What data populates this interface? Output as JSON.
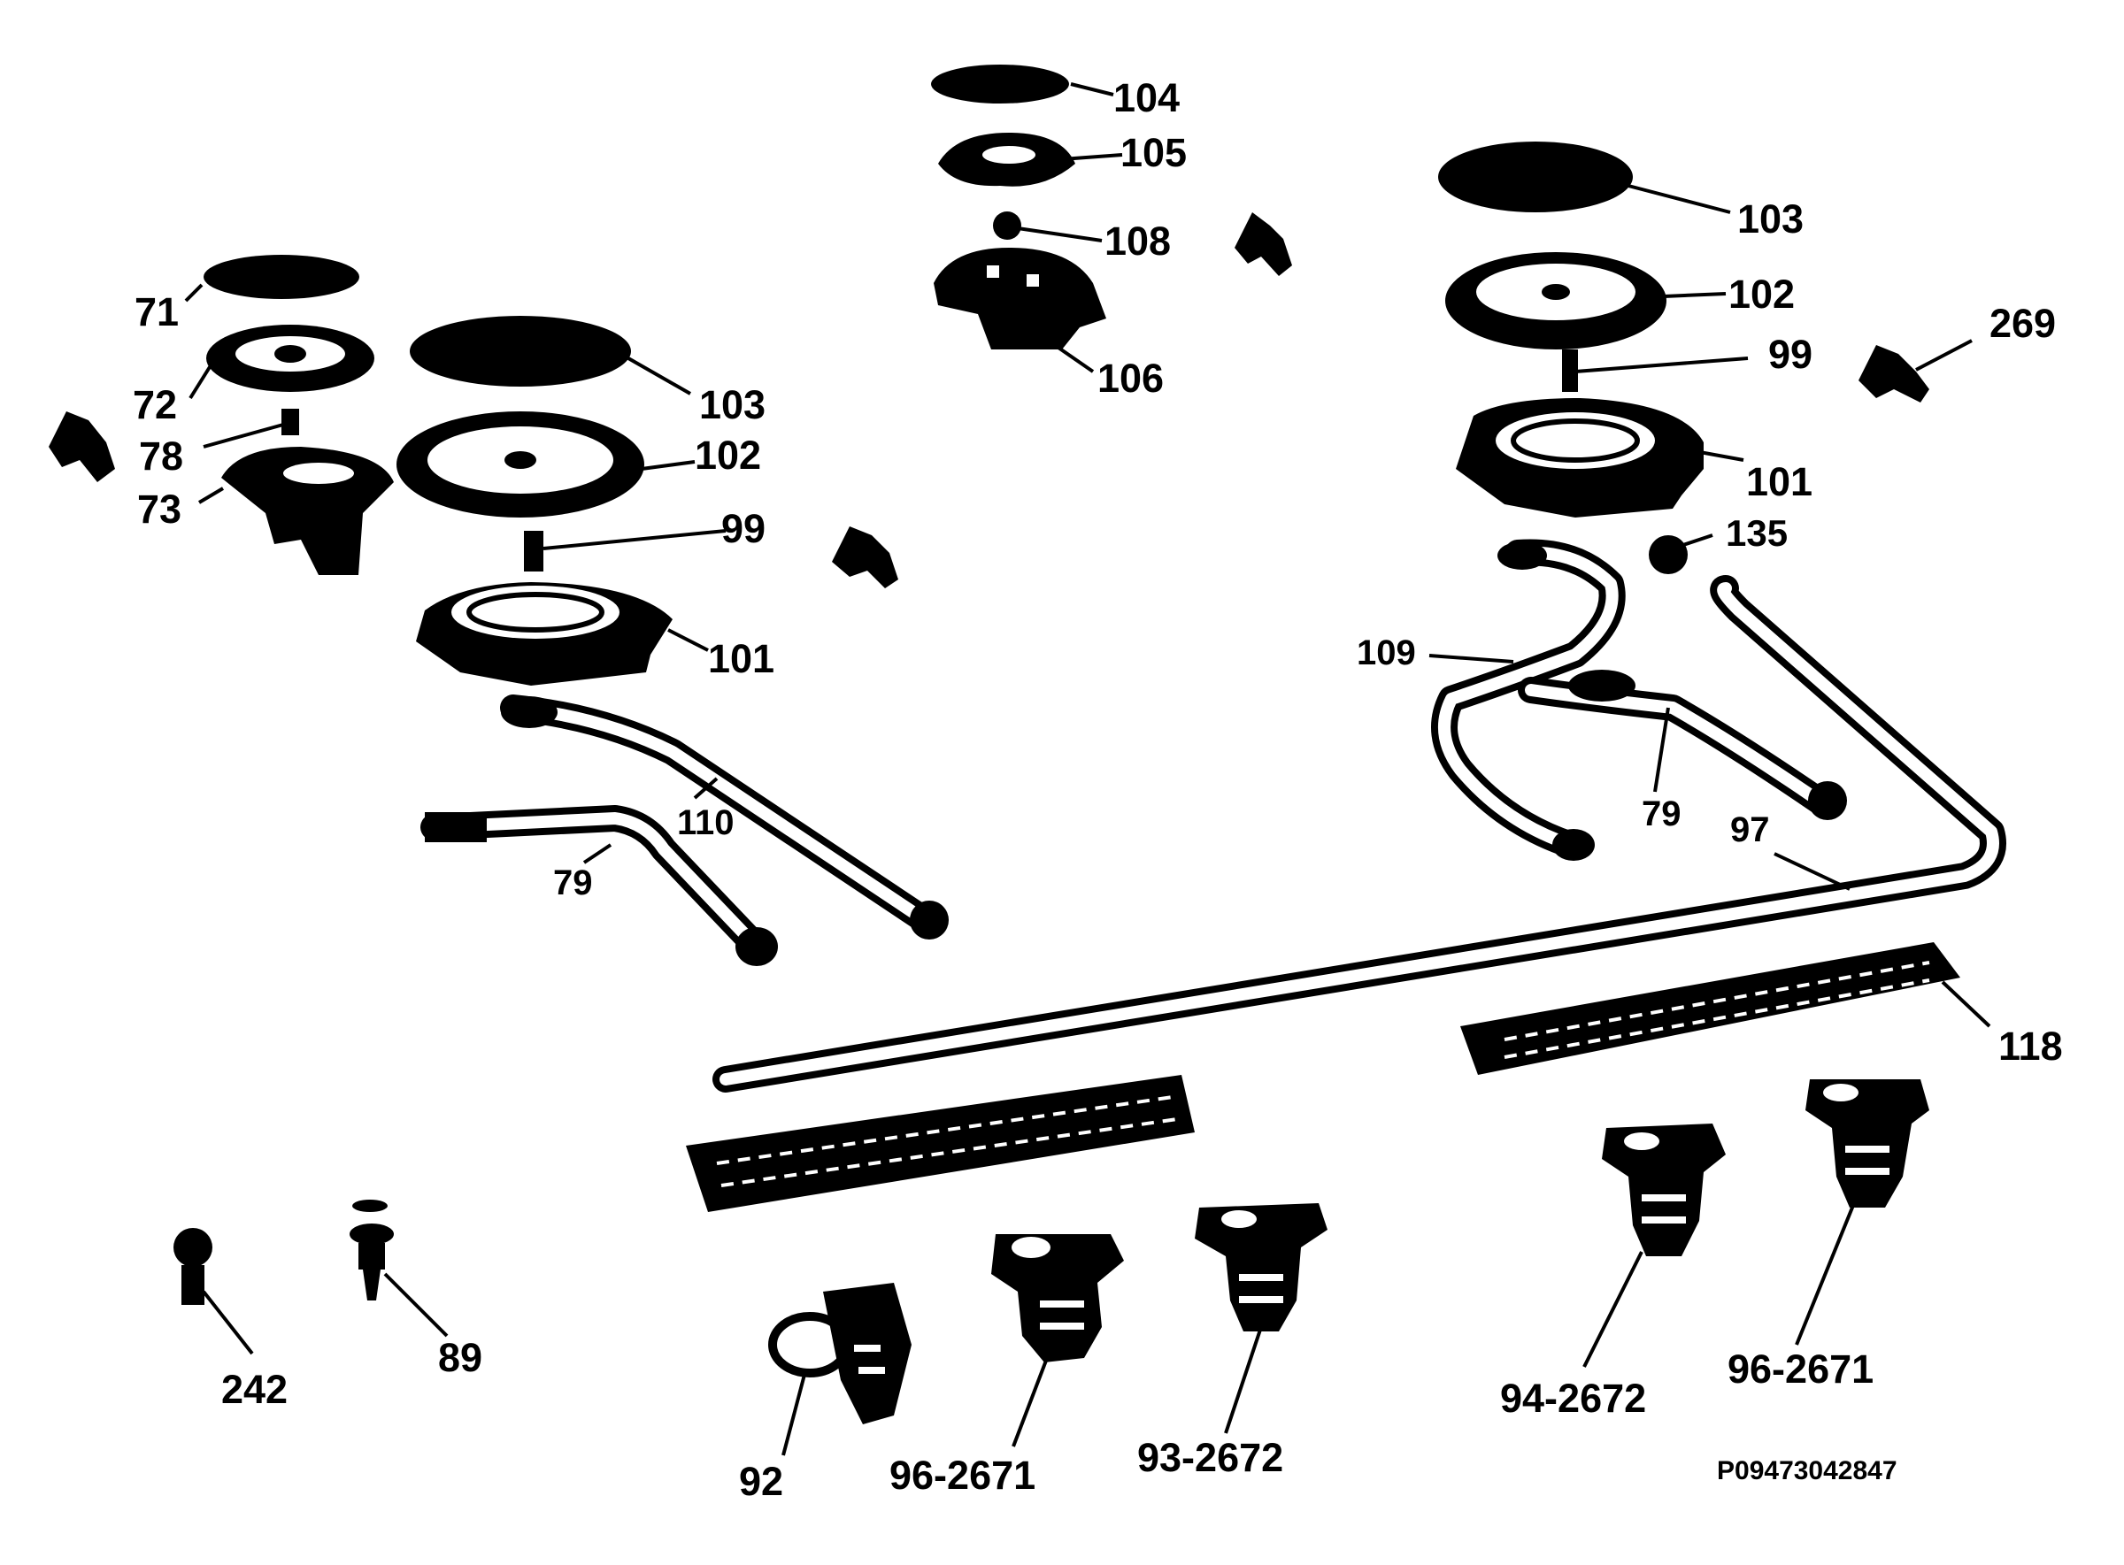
{
  "diagram": {
    "labels": {
      "l104": "104",
      "l105": "105",
      "l108": "108",
      "l106": "106",
      "l103_right": "103",
      "l102_right": "102",
      "l99_right": "99",
      "l269": "269",
      "l101_right": "101",
      "l135": "135",
      "l109": "109",
      "l79_right": "79",
      "l97": "97",
      "l118": "118",
      "l71": "71",
      "l72": "72",
      "l78": "78",
      "l73": "73",
      "l103_left": "103",
      "l102_left": "102",
      "l99_left": "99",
      "l101_left": "101",
      "l110": "110",
      "l79_left": "79",
      "l242": "242",
      "l89": "89",
      "l92": "92",
      "l96_2671_left": "96-2671",
      "l93_2672": "93-2672",
      "l94_2672": "94-2672",
      "l96_2671_right": "96-2671",
      "part_code": "P09473042847"
    }
  }
}
